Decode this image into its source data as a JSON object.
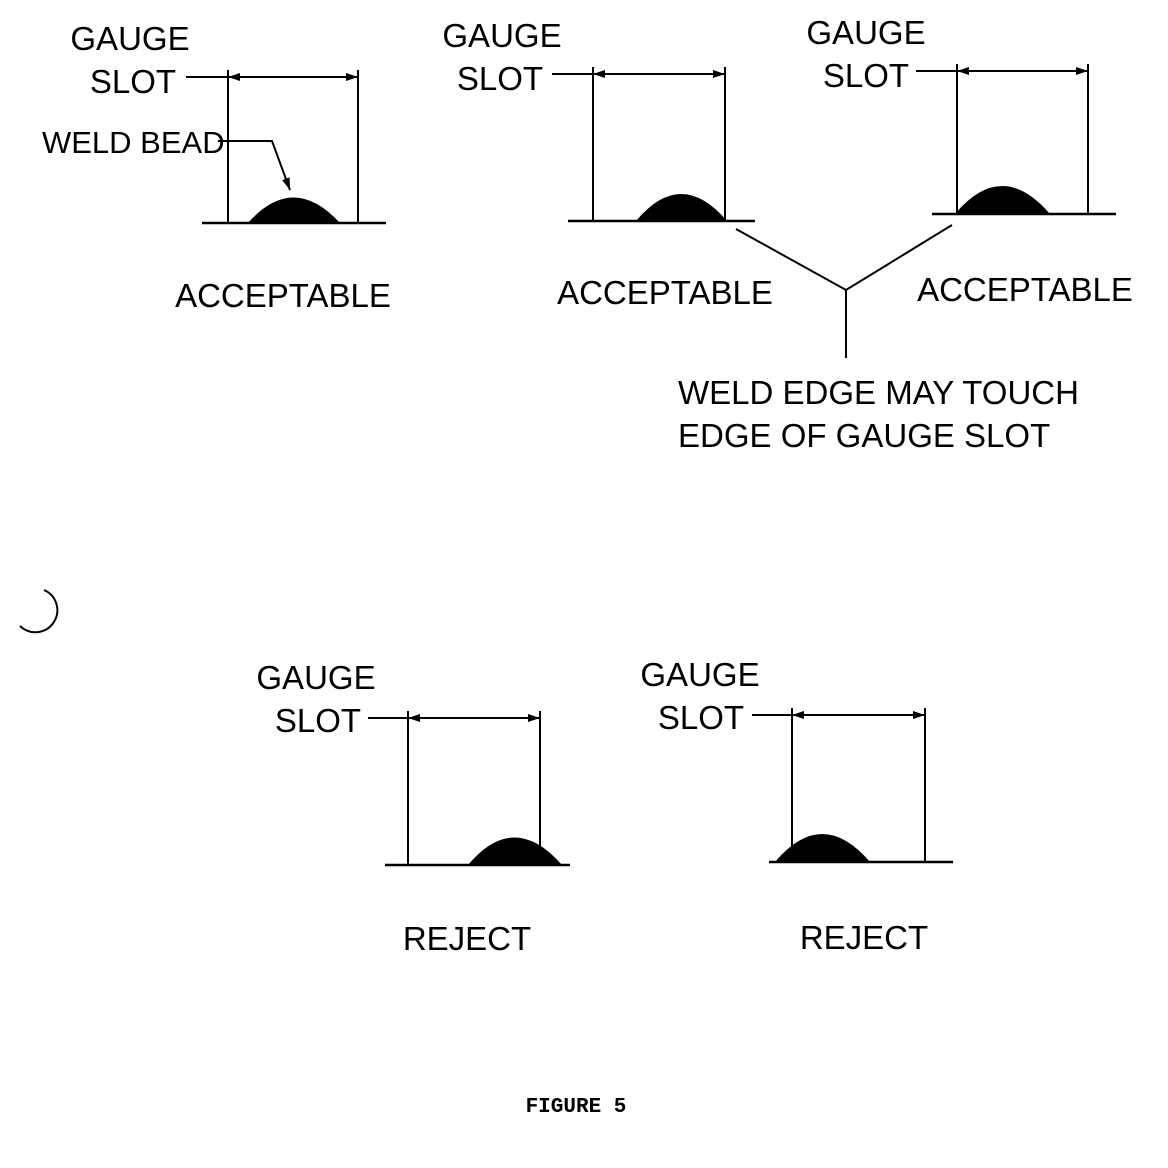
{
  "figure": {
    "caption": "FIGURE 5",
    "gauge_label_line1": "GAUGE",
    "gauge_label_line2": "SLOT",
    "weld_bead_label": "WELD BEAD",
    "note_line1": "WELD EDGE MAY TOUCH",
    "note_line2": "EDGE OF GAUGE SLOT",
    "panels": [
      {
        "status": "ACCEPTABLE"
      },
      {
        "status": "ACCEPTABLE"
      },
      {
        "status": "ACCEPTABLE"
      },
      {
        "status": "REJECT"
      },
      {
        "status": "REJECT"
      }
    ]
  }
}
